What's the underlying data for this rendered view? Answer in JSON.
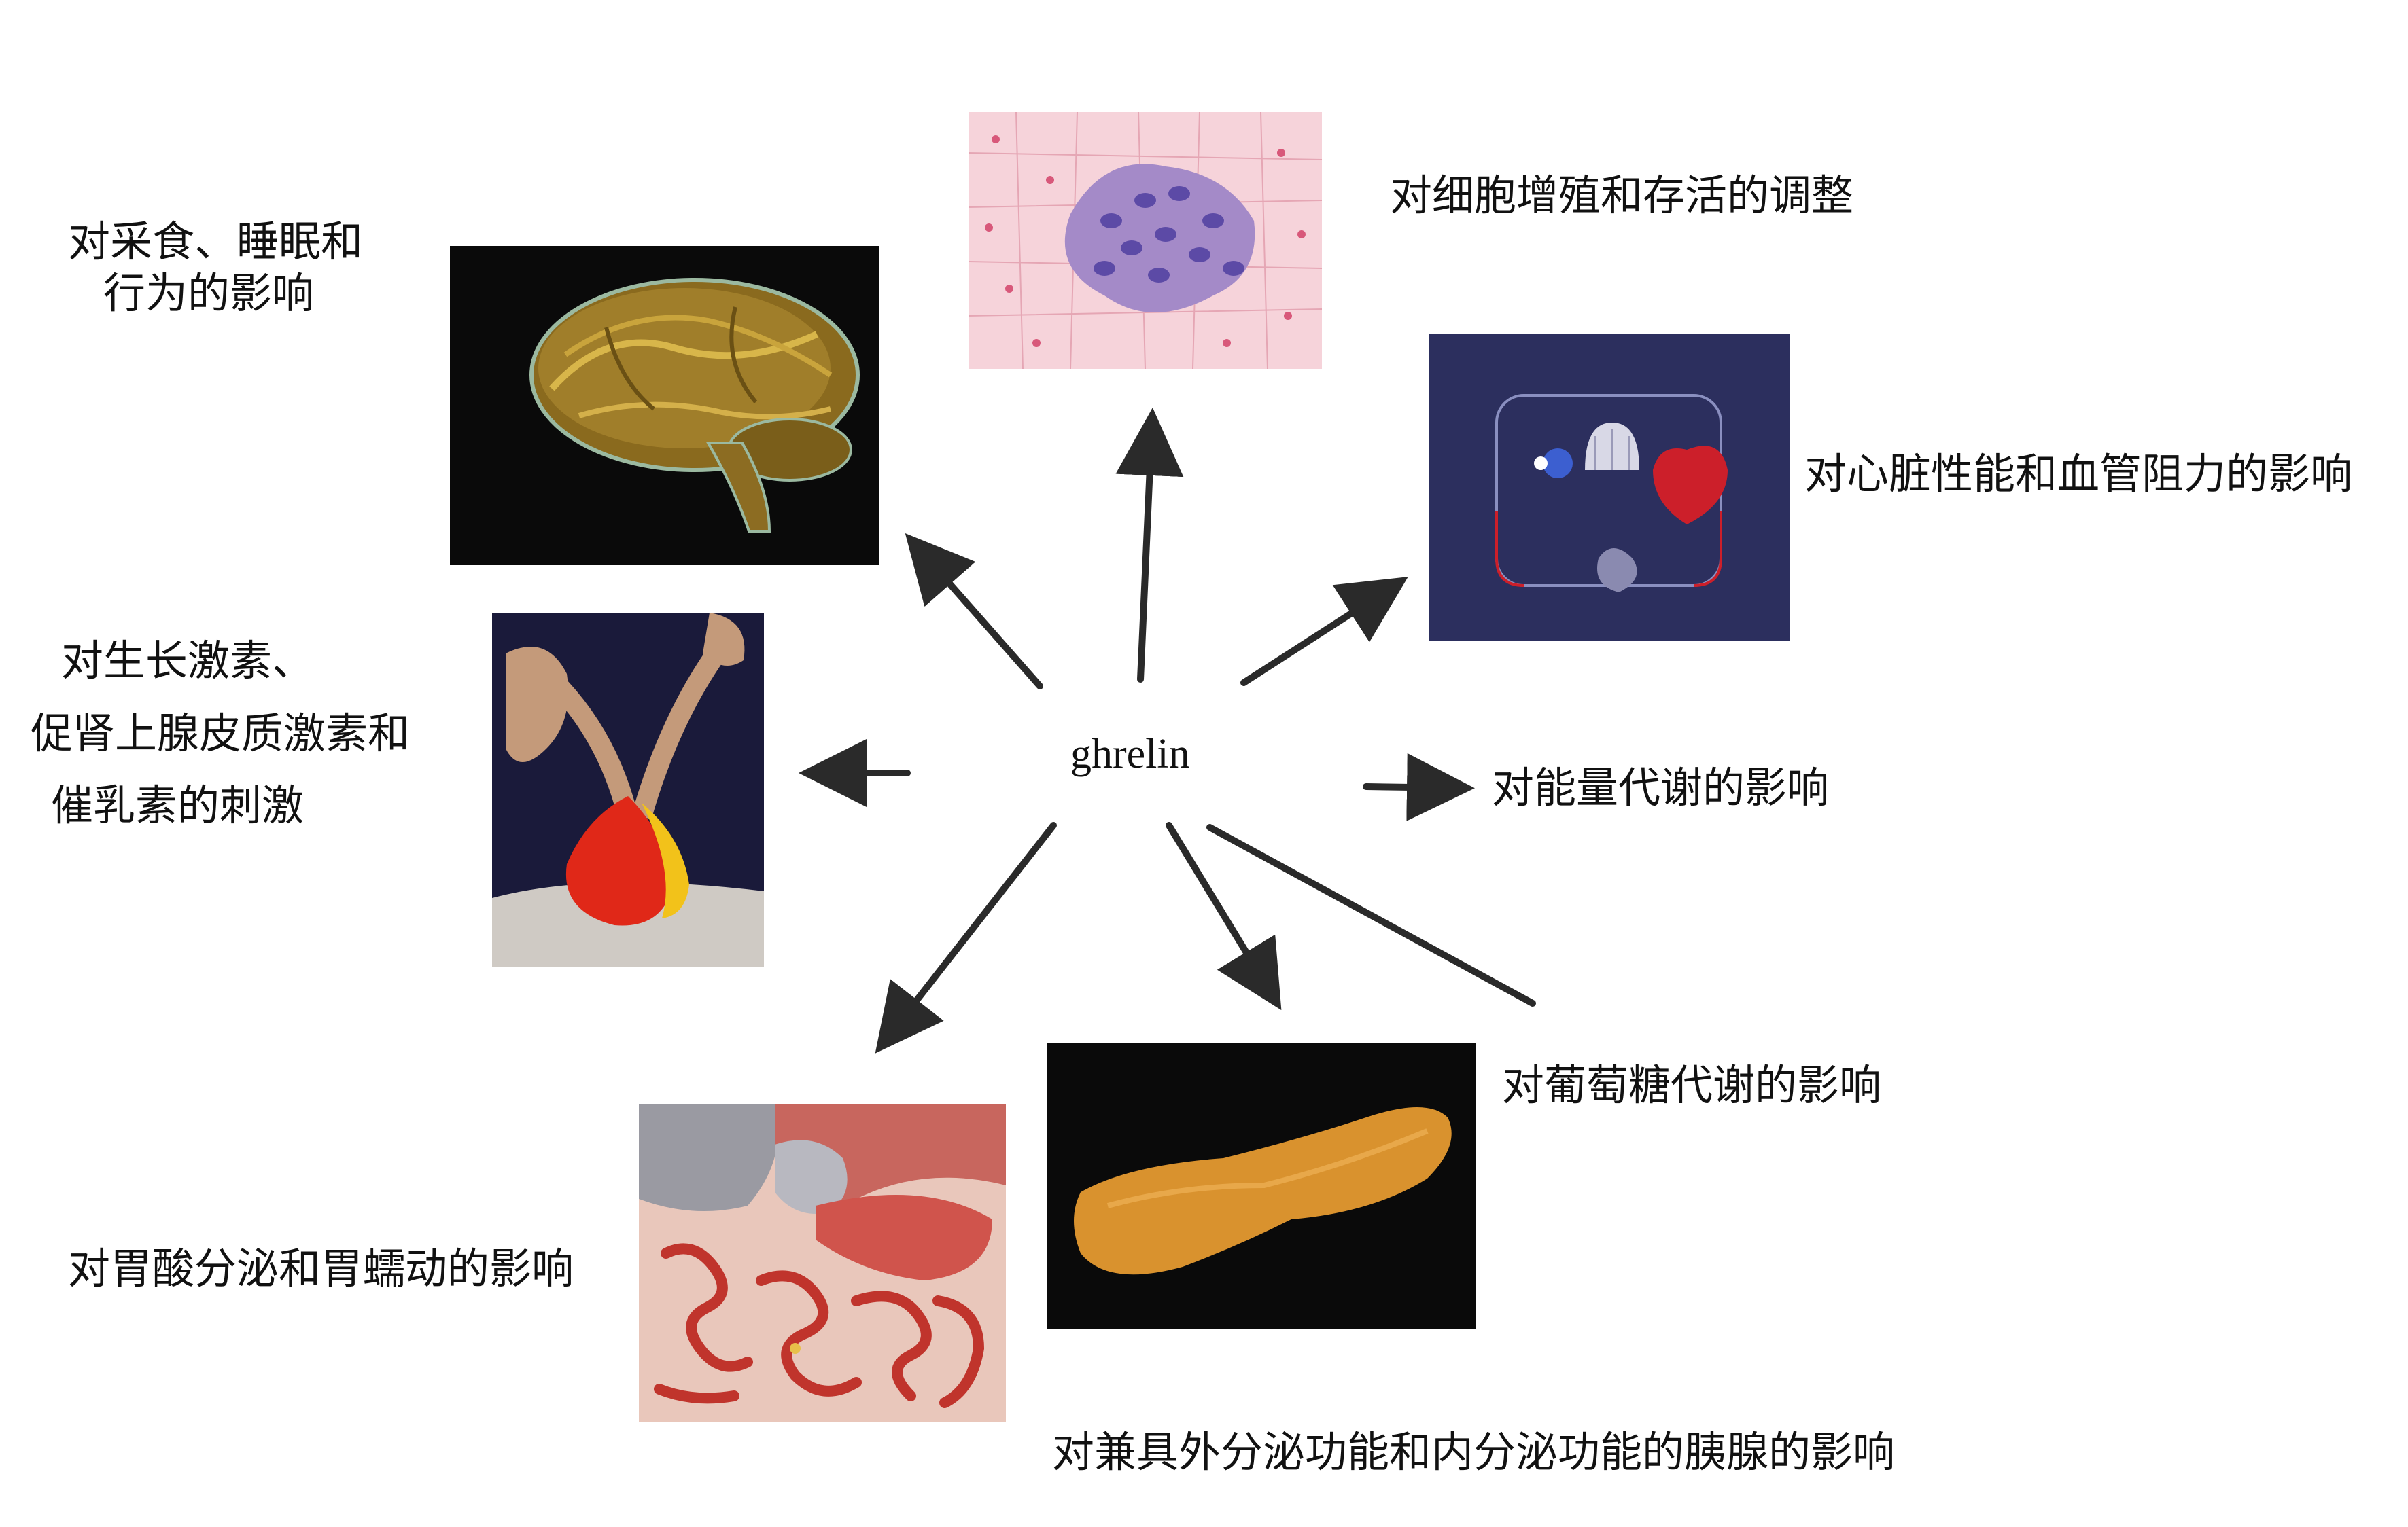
{
  "center": {
    "label": "ghrelin"
  },
  "effects": {
    "feeding_sleep_behavior": {
      "line1": "对采食、睡眠和",
      "line2": "行为的影响"
    },
    "cell_proliferation": "对细胞增殖和存活的调整",
    "heart_vascular": "对心脏性能和血管阻力的影响",
    "gh_acth_prolactin": {
      "line1": "对生长激素、",
      "line2": "促肾上腺皮质激素和",
      "line3": "催乳素的刺激"
    },
    "energy_metabolism": "对能量代谢的影响",
    "glucose_metabolism": "对葡萄糖代谢的影响",
    "gastric": "对胃酸分泌和胃蠕动的影响",
    "pancreas": "对兼具外分泌功能和内分泌功能的胰腺的影响"
  },
  "images": {
    "brain": "brain-image",
    "cells": "cell-tissue-image",
    "heart": "heart-circulation-image",
    "pituitary": "pituitary-image",
    "stomach": "stomach-intestine-image",
    "pancreas": "pancreas-image"
  },
  "colors": {
    "arrow": "#2a2a2a",
    "dark_panel": "#0a0a0a",
    "navy_panel": "#2c2f5e",
    "pancreas": "#d9922e",
    "heart_red": "#cc1f2a",
    "pituitary_red": "#e02818",
    "pituitary_yellow": "#f2c21a"
  }
}
